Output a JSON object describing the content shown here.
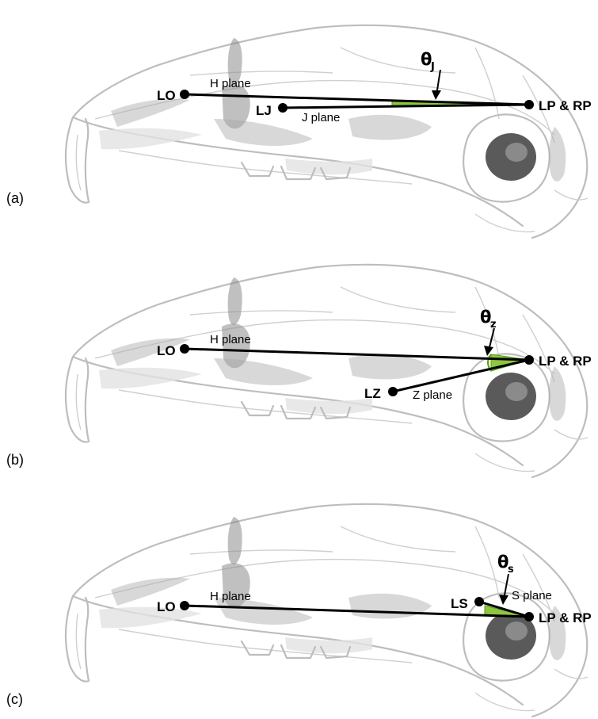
{
  "panels": [
    {
      "tag": "(a)",
      "points": {
        "lo": "LO",
        "lj": "LJ",
        "lp": "LP & RP"
      },
      "planes": {
        "h": "H plane",
        "j": "J plane"
      },
      "angle": {
        "symbol": "θ",
        "subscript": "J"
      }
    },
    {
      "tag": "(b)",
      "points": {
        "lo": "LO",
        "lz": "LZ",
        "lp": "LP & RP"
      },
      "planes": {
        "h": "H plane",
        "z": "Z plane"
      },
      "angle": {
        "symbol": "θ",
        "subscript": "z"
      }
    },
    {
      "tag": "(c)",
      "points": {
        "lo": "LO",
        "ls": "LS",
        "lp": "LP & RP"
      },
      "planes": {
        "h": "H plane",
        "s": "S plane"
      },
      "angle": {
        "symbol": "θ",
        "subscript": "s"
      }
    }
  ],
  "colors": {
    "angle_fill": "#8dc63f",
    "line": "#000000",
    "skull": "#bdbdbd"
  }
}
